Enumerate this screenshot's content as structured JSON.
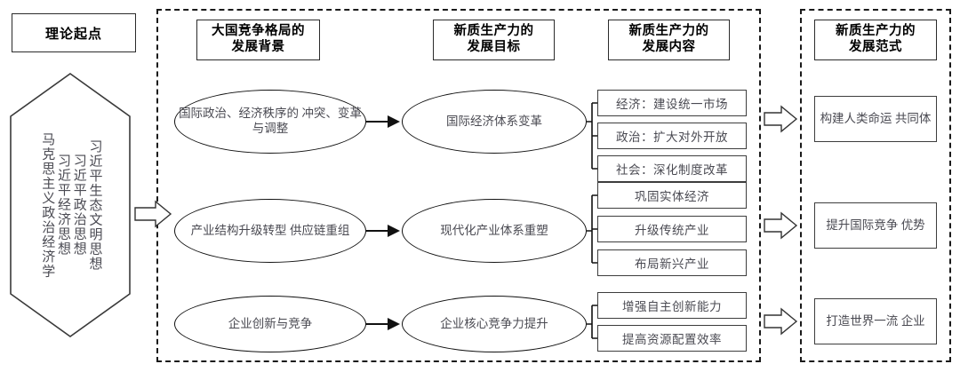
{
  "theory": {
    "header_label": "理论起点",
    "hexagon_columns": [
      "习近平生态文明思想",
      "习近平政治思想",
      "习近平经济思想",
      "马克思主义政治经济学"
    ]
  },
  "columns": {
    "background": {
      "line1": "大国竞争格局的",
      "line2": "发展背景"
    },
    "goal": {
      "line1": "新质生产力的",
      "line2": "发展目标"
    },
    "content": {
      "line1": "新质生产力的",
      "line2": "发展内容"
    },
    "paradigm": {
      "line1": "新质生产力的",
      "line2": "发展范式"
    }
  },
  "rows": [
    {
      "background_line1": "国际政治、经济秩序的",
      "background_line2": "冲突、变革与调整",
      "goal": "国际经济体系变革",
      "contents": [
        "经济：建设统一市场",
        "政治：扩大对外开放",
        "社会：深化制度改革"
      ],
      "paradigm_line1": "构建人类命运",
      "paradigm_line2": "共同体"
    },
    {
      "background_line1": "产业结构升级转型",
      "background_line2": "供应链重组",
      "goal": "现代化产业体系重塑",
      "contents": [
        "巩固实体经济",
        "升级传统产业",
        "布局新兴产业"
      ],
      "paradigm_line1": "提升国际竞争",
      "paradigm_line2": "优势"
    },
    {
      "background_line1": "企业创新与竞争",
      "background_line2": "",
      "goal": "企业核心竞争力提升",
      "contents": [
        "增强自主创新能力",
        "提高资源配置效率"
      ],
      "paradigm_line1": "打造世界一流",
      "paradigm_line2": "企业"
    }
  ],
  "colors": {
    "stroke": "#111111",
    "box_border": "#3d3d3d",
    "text": "#4a4a52",
    "header_text": "#000000",
    "background": "#ffffff"
  }
}
